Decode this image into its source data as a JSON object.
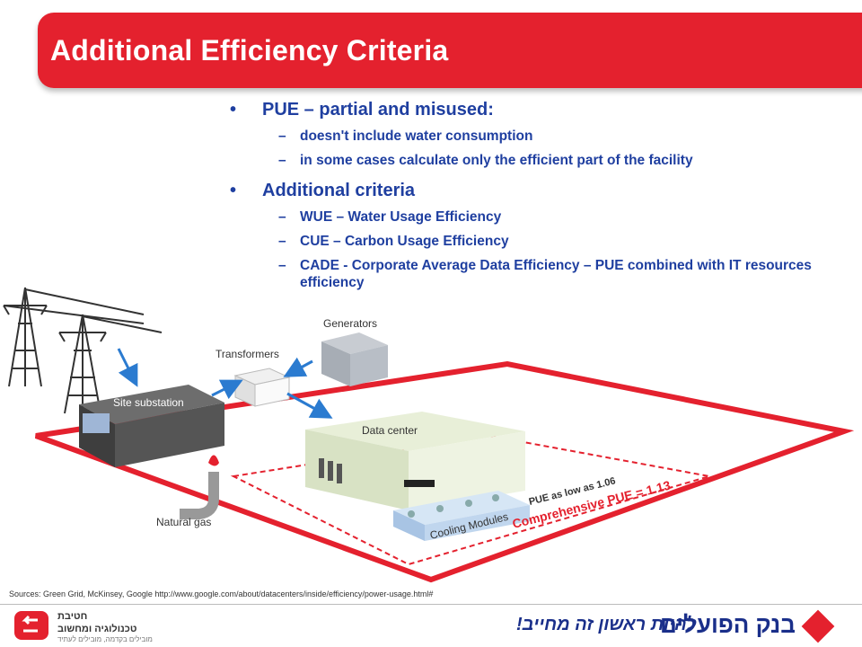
{
  "slide": {
    "title": "Additional Efficiency Criteria",
    "bullets": [
      {
        "text": "PUE – partial and misused:",
        "sub": [
          "doesn't include water consumption",
          "in some cases calculate only the efficient part of the facility"
        ]
      },
      {
        "text": "Additional criteria",
        "sub": [
          "WUE – Water Usage Efficiency",
          "CUE – Carbon Usage Efficiency",
          "CADE - Corporate Average Data Efficiency – PUE combined with IT resources efficiency"
        ]
      }
    ],
    "bullet_symbol": "•",
    "dash_symbol": "–"
  },
  "illustration": {
    "labels": {
      "generators": "Generators",
      "transformers": "Transformers",
      "site_substation": "Site substation",
      "data_center": "Data center",
      "natural_gas": "Natural gas",
      "cooling_modules": "Cooling Modules",
      "pue_low": "PUE as low as 1.06",
      "pue_comprehensive": "Comprehensive PUE = 1.13"
    }
  },
  "footer": {
    "sources": "Sources: Green Grid, McKinsey, Google  http://www.google.com/about/datacenters/inside/efficiency/power-usage.html#",
    "left_logo_line1": "חטיבת",
    "left_logo_line2": "טכנולוגיה ומחשוב",
    "left_logo_line3": "מובילים בקדמה, מובילים לעתיד",
    "bank_slogan": "להיות ראשון זה מחייב!",
    "bank_name": "בנק הפועלים"
  },
  "colors": {
    "brand_red": "#e4212e",
    "text_blue": "#1f3fa0",
    "arrow_blue": "#2b7bd0"
  }
}
